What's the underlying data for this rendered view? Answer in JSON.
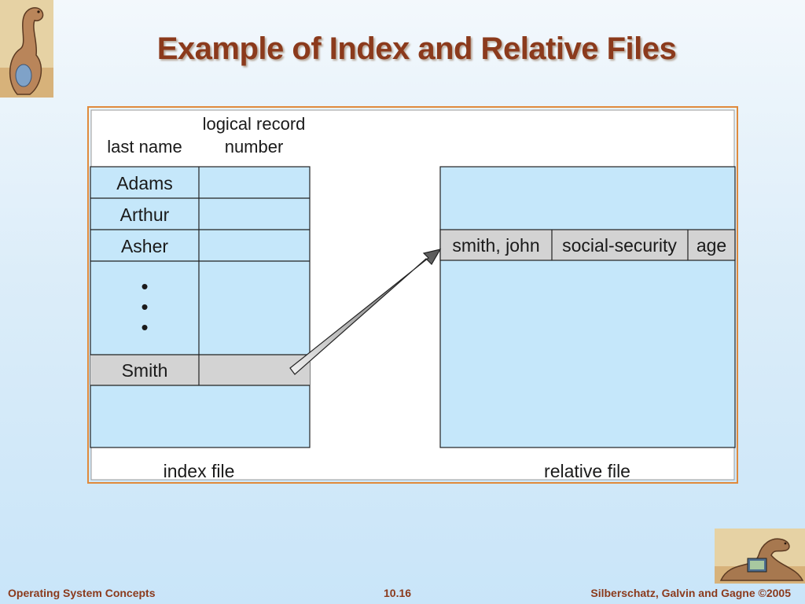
{
  "slide": {
    "title": "Example of Index and Relative Files"
  },
  "index_file": {
    "header_col1": "last name",
    "header_col2_line1": "logical record",
    "header_col2_line2": "number",
    "rows": [
      "Adams",
      "Arthur",
      "Asher"
    ],
    "ellipsis": [
      "•",
      "•",
      "•"
    ],
    "highlight_row": "Smith",
    "caption": "index file"
  },
  "relative_file": {
    "record_fields": [
      "smith, john",
      "social-security",
      "age"
    ],
    "caption": "relative file"
  },
  "footer": {
    "left": "Operating System Concepts",
    "center": "10.16",
    "right": "Silberschatz, Galvin and Gagne ©2005"
  },
  "colors": {
    "title": "#8b3a1c",
    "cell_fill": "#c5e7fa",
    "highlight_fill": "#d3d3d3",
    "frame_border": "#e08a3c"
  },
  "icons": {
    "top_logo": "dinosaur-logo-icon",
    "bottom_logo": "dinosaur-laptop-icon"
  }
}
